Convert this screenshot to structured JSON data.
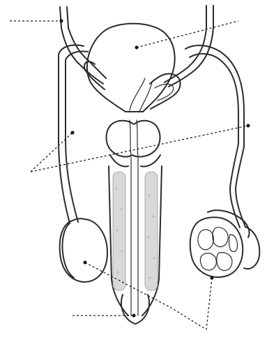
{
  "diagram": {
    "subject": "male-reproductive-system",
    "style": "unlabeled-worksheet",
    "labels": [
      {
        "id": "vas-deferens-left",
        "text": ""
      },
      {
        "id": "bladder",
        "text": ""
      },
      {
        "id": "vas-deferens-mid",
        "text": ""
      },
      {
        "id": "tubes-right",
        "text": ""
      },
      {
        "id": "testis-left",
        "text": ""
      },
      {
        "id": "urethra-tip",
        "text": ""
      },
      {
        "id": "testis-right",
        "text": ""
      }
    ],
    "colors": {
      "ink": "#2b2b2b",
      "background": "#ffffff",
      "tissue": "#d9d9d9"
    }
  }
}
